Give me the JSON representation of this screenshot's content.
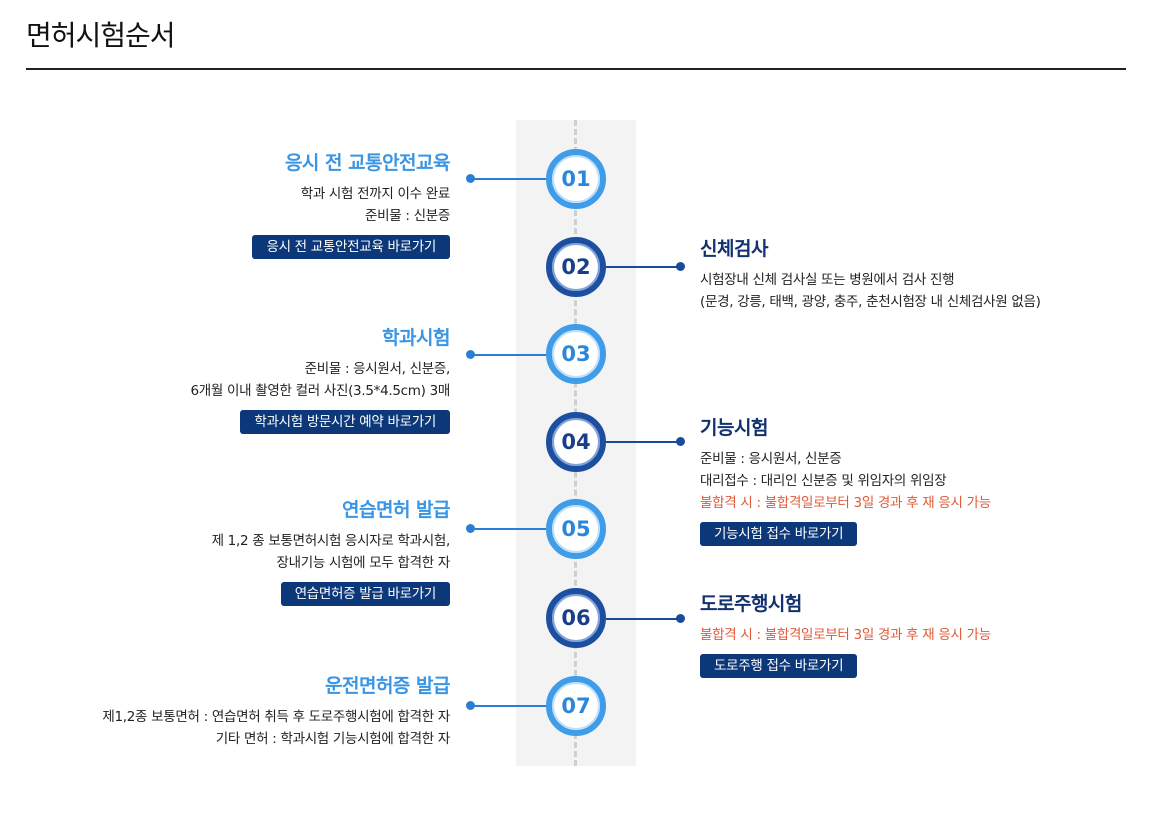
{
  "page": {
    "title": "면허시험순서"
  },
  "steps": [
    {
      "number": "01",
      "title": "응시 전 교통안전교육",
      "lines": [
        "학과 시험 전까지 이수 완료",
        "준비물 : 신분증"
      ],
      "button": "응시 전 교통안전교육 바로가기"
    },
    {
      "number": "02",
      "title": "신체검사",
      "lines": [
        "시험장내 신체 검사실 또는 병원에서 검사 진행",
        "(문경, 강릉, 태백, 광양, 충주, 춘천시험장 내 신체검사원 없음)"
      ]
    },
    {
      "number": "03",
      "title": "학과시험",
      "lines": [
        "준비물 : 응시원서, 신분증,",
        "6개월 이내 촬영한 컬러 사진(3.5*4.5cm) 3매"
      ],
      "button": "학과시험 방문시간 예약 바로가기"
    },
    {
      "number": "04",
      "title": "기능시험",
      "lines": [
        "준비물 : 응시원서, 신분증",
        "대리접수 : 대리인 신분증 및 위임자의 위임장"
      ],
      "warning": "불합격 시 : 불합격일로부터 3일 경과 후 재 응시 가능",
      "button": "기능시험 접수 바로가기"
    },
    {
      "number": "05",
      "title": "연습면허 발급",
      "lines": [
        "제 1,2 종 보통면허시험 응시자로 학과시험,",
        "장내기능 시험에 모두 합격한 자"
      ],
      "button": "연습면허증 발급 바로가기"
    },
    {
      "number": "06",
      "title": "도로주행시험",
      "warning": "불합격 시 : 불합격일로부터 3일 경과 후 재 응시 가능",
      "button": "도로주행 접수 바로가기"
    },
    {
      "number": "07",
      "title": "운전면허증 발급",
      "lines": [
        "제1,2종 보통면허 : 연습면허 취득 후 도로주행시험에 합격한 자",
        "기타 면허 : 학과시험 기능시험에 합격한 자"
      ]
    }
  ],
  "colors": {
    "light_blue": "#3a95e4",
    "dark_blue": "#12316e",
    "button_bg": "#0c3778",
    "warning": "#e05a3a"
  }
}
